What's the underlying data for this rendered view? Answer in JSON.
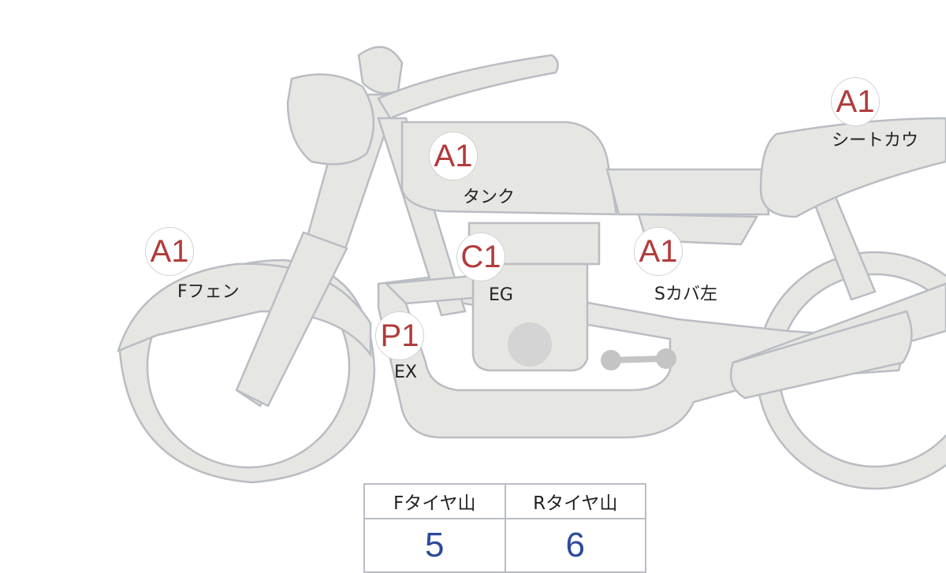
{
  "colors": {
    "grade": "#b23b3b",
    "value": "#2c4a9a",
    "part_fill": "#e6e6e3",
    "part_stroke": "#b9bdc3"
  },
  "parts": [
    {
      "grade": "A1",
      "label": "タンク"
    },
    {
      "grade": "A1",
      "label": "シートカウ"
    },
    {
      "grade": "A1",
      "label": "Fフェン"
    },
    {
      "grade": "C1",
      "label": "EG"
    },
    {
      "grade": "A1",
      "label": "Sカバ左"
    },
    {
      "grade": "P1",
      "label": "EX"
    }
  ],
  "tire_table": {
    "headers": [
      "Fタイヤ山",
      "Rタイヤ山"
    ],
    "values": [
      "5",
      "6"
    ]
  }
}
